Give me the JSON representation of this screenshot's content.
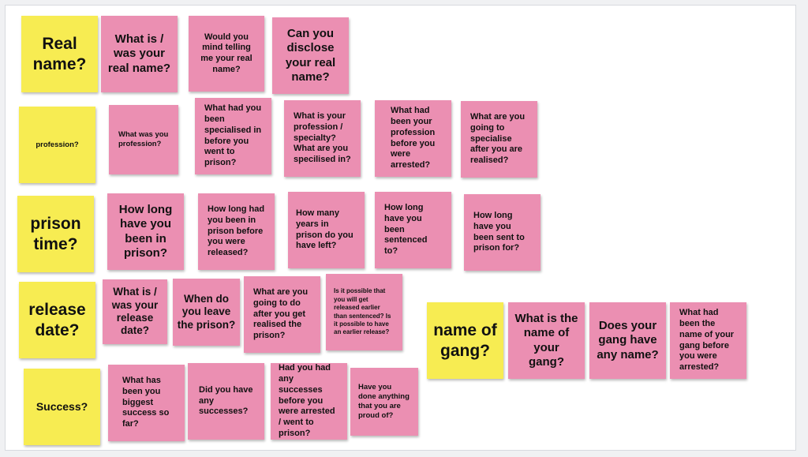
{
  "colors": {
    "category_note": "#f7ec52",
    "question_note": "#eb8fb2",
    "board": "#ffffff",
    "background": "#f0f1f3"
  },
  "notes": {
    "real_name": {
      "category": "Real name?",
      "q1": "What is / was your real name?",
      "q2": "Would you mind telling me your real name?",
      "q3": "Can you disclose your real name?"
    },
    "profession": {
      "category": "profession?",
      "q1": "What was you profession?",
      "q2": "What had you been specialised in before you went to prison?",
      "q3": "What is your profession / specialty? What are you specilised in?",
      "q4": "What had been your profession before you were arrested?",
      "q5": "What are you going to specialise after you are realised?"
    },
    "prison_time": {
      "category": "prison time?",
      "q1": "How long have you been in prison?",
      "q2": "How long had you been in prison before you were released?",
      "q3": "How many years in prison do you have left?",
      "q4": "How long have you been sentenced to?",
      "q5": "How long have you been sent to prison for?"
    },
    "release_date": {
      "category": "release date?",
      "q1": "What is / was your release date?",
      "q2": "When do you leave the prison?",
      "q3": "What are you going to do after you get realised the prison?",
      "q4": "Is it possible that you will get released earlier than sentenced? Is it possible to have an earlier release?"
    },
    "gang": {
      "category": "name of gang?",
      "q1": "What is the name of your gang?",
      "q2": "Does your gang have any name?",
      "q3": "What had been the name of your gang before you were arrested?"
    },
    "success": {
      "category": "Success?",
      "q1": "What has been you biggest success so far?",
      "q2": "Did you have any successes?",
      "q3": "Had you had any successes before you were arrested / went to prison?",
      "q4": "Have you done anything that you are proud of?"
    }
  }
}
